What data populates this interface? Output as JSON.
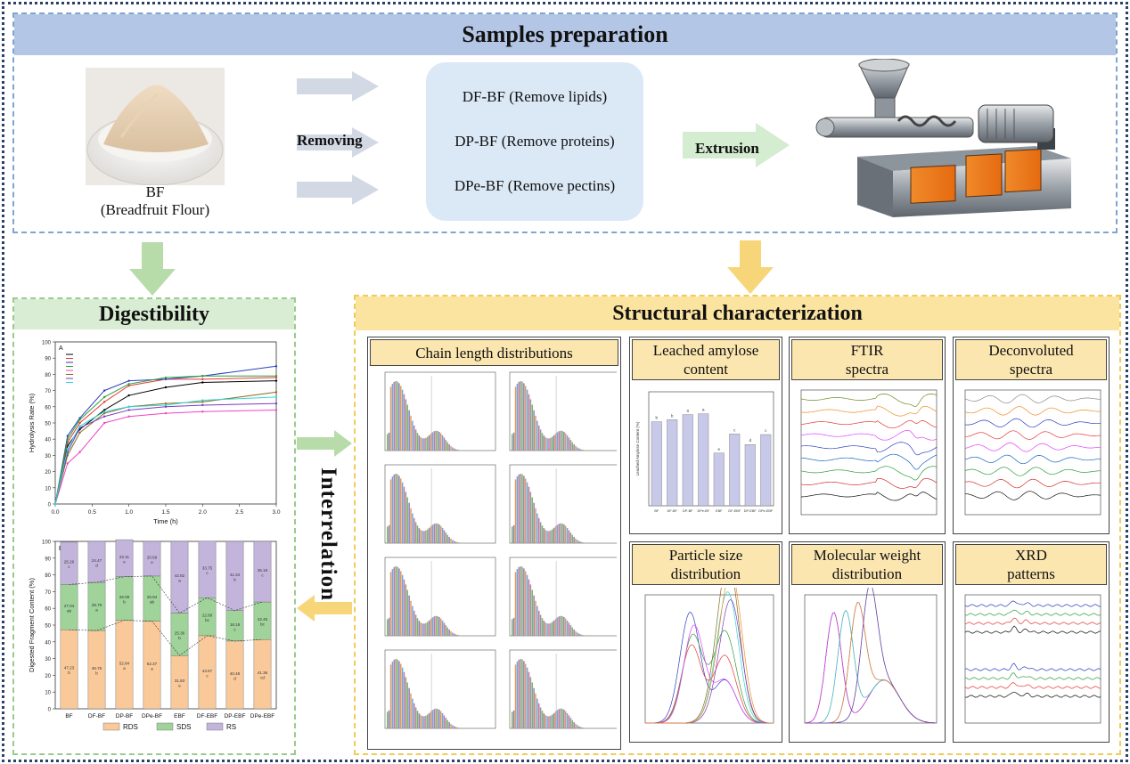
{
  "sections": {
    "samples_preparation": "Samples preparation",
    "digestibility": "Digestibility",
    "structural_characterization": "Structural characterization",
    "interrelation": "Interrelation"
  },
  "samples": {
    "flour_code": "BF",
    "flour_name": "(Breadfruit Flour)",
    "removing": "Removing",
    "extrusion": "Extrusion",
    "treatments": [
      "DF-BF (Remove lipids)",
      "DP-BF (Remove proteins)",
      "DPe-BF (Remove pectins)"
    ]
  },
  "panels": {
    "chain_length": "Chain length distributions",
    "leached_amylose": [
      "Leached amylose",
      "content"
    ],
    "ftir": [
      "FTIR",
      "spectra"
    ],
    "deconvoluted": [
      "Deconvoluted",
      "spectra"
    ],
    "particle_size": [
      "Particle size",
      "distribution"
    ],
    "molecular_weight": [
      "Molecular weight",
      "distribution"
    ],
    "xrd": [
      "XRD",
      "patterns"
    ]
  },
  "colors": {
    "prep_border": "#7ea6cf",
    "prep_header": "#b4c6e6",
    "dig_border": "#9acb8e",
    "dig_header": "#d9ecd4",
    "struct_border": "#f2cc56",
    "struct_header": "#fbe3a0",
    "rds": "#f9c99a",
    "sds": "#9fd39a",
    "rs": "#c3b4db",
    "bar_purple": "#c8c8e8"
  },
  "chart_data": [
    {
      "type": "line",
      "panel_letter": "A",
      "xlabel": "Time (h)",
      "ylabel": "Hydrolysis Rate (%)",
      "xlim": [
        0.0,
        3.0
      ],
      "ylim": [
        0,
        100
      ],
      "xticks": [
        "0.0",
        "0.5",
        "1.0",
        "1.5",
        "2.0",
        "2.5",
        "3.0"
      ],
      "yticks": [
        "0",
        "10",
        "20",
        "30",
        "40",
        "50",
        "60",
        "70",
        "80",
        "90",
        "100"
      ],
      "x": [
        0,
        0.167,
        0.333,
        0.667,
        1.0,
        1.5,
        2.0,
        3.0
      ],
      "series": [
        {
          "color": "#000000",
          "values": [
            0,
            36,
            46,
            58,
            67,
            72,
            75,
            76
          ]
        },
        {
          "color": "#e53935",
          "values": [
            0,
            38,
            50,
            63,
            73,
            77,
            77,
            78
          ]
        },
        {
          "color": "#2a3fbf",
          "values": [
            0,
            42,
            53,
            70,
            76,
            77,
            79,
            85
          ]
        },
        {
          "color": "#2e9e3a",
          "values": [
            0,
            40,
            52,
            66,
            74,
            78,
            79,
            79
          ]
        },
        {
          "color": "#ee44c4",
          "values": [
            0,
            25,
            32,
            50,
            54,
            56,
            57,
            58
          ]
        },
        {
          "color": "#8a6a1a",
          "values": [
            0,
            30,
            44,
            56,
            60,
            62,
            63,
            69
          ]
        },
        {
          "color": "#7a3ac0",
          "values": [
            0,
            32,
            47,
            54,
            58,
            60,
            61,
            62
          ]
        },
        {
          "color": "#2fd6d6",
          "values": [
            0,
            34,
            48,
            57,
            60,
            61,
            64,
            66
          ]
        }
      ]
    },
    {
      "type": "bar",
      "panel_letter": "B",
      "ylabel": "Digested Fragment Content (%)",
      "ylim": [
        0,
        100
      ],
      "yticks": [
        "0",
        "10",
        "20",
        "30",
        "40",
        "50",
        "60",
        "70",
        "80",
        "90",
        "100"
      ],
      "categories": [
        "BF",
        "DF-BF",
        "DP-BF",
        "DPe-BF",
        "EBF",
        "DF-EBF",
        "DP-EBF",
        "DPe-EBF"
      ],
      "series": [
        {
          "name": "RDS",
          "values": [
            47.23,
            46.75,
            52.84,
            52.37,
            31.83,
            43.67,
            40.48,
            41.36
          ],
          "letters": [
            "b",
            "b",
            "a",
            "a",
            "e",
            "c",
            "d",
            "cd"
          ]
        },
        {
          "name": "SDS",
          "values": [
            27.04,
            28.79,
            26.08,
            26.94,
            25.36,
            22.68,
            18.18,
            22.46
          ],
          "letters": [
            "ab",
            "a",
            "b",
            "ab",
            "b",
            "bc",
            "c",
            "bc"
          ]
        },
        {
          "name": "RS",
          "values": [
            25.26,
            24.47,
            22.11,
            20.69,
            42.82,
            33.75,
            41.34,
            36.19
          ],
          "letters": [
            "c",
            "d",
            "e",
            "e",
            "a",
            "c",
            "b",
            "c"
          ]
        }
      ],
      "legend": [
        "RDS",
        "SDS",
        "RS"
      ]
    },
    {
      "type": "bar",
      "ylabel": "Leached Amylose Content (%)",
      "categories": [
        "BF",
        "DF-BF",
        "DP-BF",
        "DPe-BF",
        "EBF",
        "DF-EBF",
        "DP-EBF",
        "DPe-EBF"
      ],
      "values": [
        29.5,
        30.2,
        32.0,
        32.3,
        18.5,
        25.2,
        21.5,
        25.0
      ],
      "letters": [
        "b",
        "b",
        "a",
        "a",
        "e",
        "c",
        "d",
        "c"
      ]
    }
  ]
}
